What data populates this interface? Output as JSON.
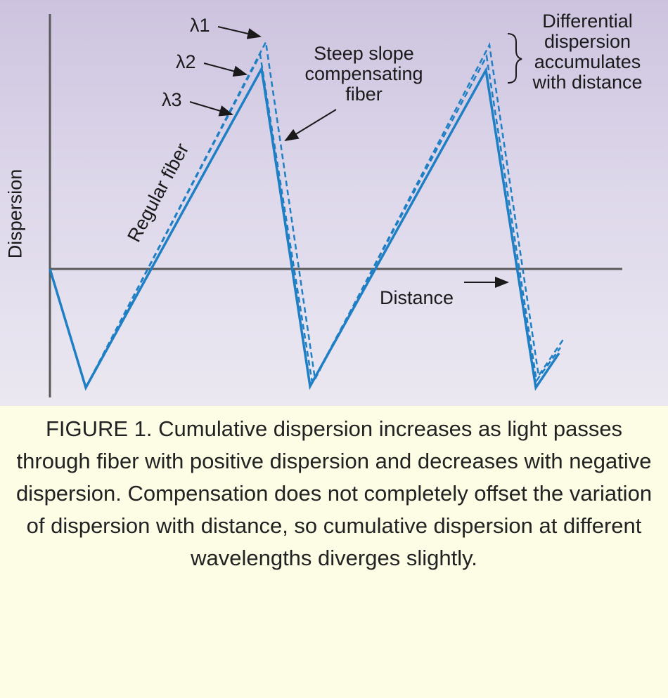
{
  "figure": {
    "axis_labels": {
      "y": "Dispersion",
      "x": "Distance"
    },
    "annotations": {
      "lambda1": "λ1",
      "lambda2": "λ2",
      "lambda3": "λ3",
      "steep_slope_line1": "Steep slope",
      "steep_slope_line2": "compensating",
      "steep_slope_line3": "fiber",
      "regular_fiber": "Regular fiber",
      "differential_line1": "Differential",
      "differential_line2": "dispersion",
      "differential_line3": "accumulates",
      "differential_line4": "with distance"
    },
    "colors": {
      "line": "#1f7fc4",
      "axis": "#5a5a5a",
      "text": "#1a1a1a",
      "background_top": "#cdc3df",
      "caption_bg": "#fdfde6"
    }
  },
  "chart_data": {
    "type": "line",
    "title": "FIGURE 1",
    "xlabel": "Distance",
    "ylabel": "Dispersion",
    "grid": false,
    "x": [
      0,
      1,
      6,
      7.4,
      12.3,
      13.7,
      14.4
    ],
    "series": [
      {
        "name": "λ3 (solid)",
        "style": "solid",
        "values": [
          0,
          -1,
          1.67,
          -1,
          1.67,
          -1,
          -0.7
        ]
      },
      {
        "name": "λ2 (dashed)",
        "style": "dashed",
        "values": [
          0,
          -1,
          1.78,
          -0.95,
          1.78,
          -0.9,
          -0.55
        ]
      },
      {
        "name": "λ1 (dashed)",
        "style": "dashed",
        "values": [
          0,
          -1,
          1.9,
          -0.9,
          1.88,
          -0.8,
          -0.4
        ]
      }
    ],
    "annotations": [
      "Regular fiber",
      "Steep slope compensating fiber",
      "Differential dispersion accumulates with distance"
    ]
  },
  "caption": {
    "text": "FIGURE 1. Cumulative dispersion increases as light passes through fiber with positive dispersion and decreases with negative dispersion. Compensation does not completely offset the variation of dispersion with distance, so cumulative dispersion at different wavelengths diverges slightly."
  }
}
